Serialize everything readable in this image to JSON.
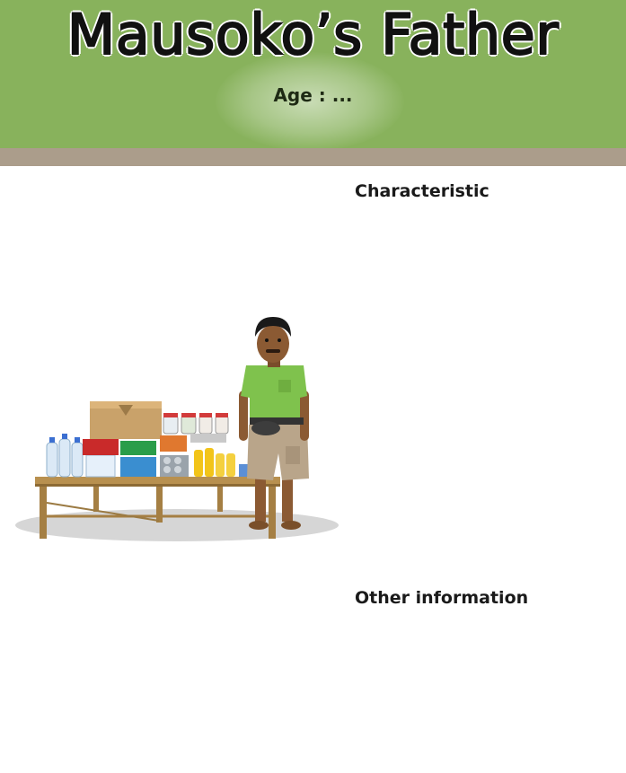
{
  "header": {
    "title": "Mausoko’s Father",
    "age_label": "Age : ..."
  },
  "sections": {
    "characteristic_label": "Characteristic",
    "other_info_label": "Other information"
  },
  "colors": {
    "header_green": "#88b25c",
    "header_strip": "#ab9d8b"
  }
}
